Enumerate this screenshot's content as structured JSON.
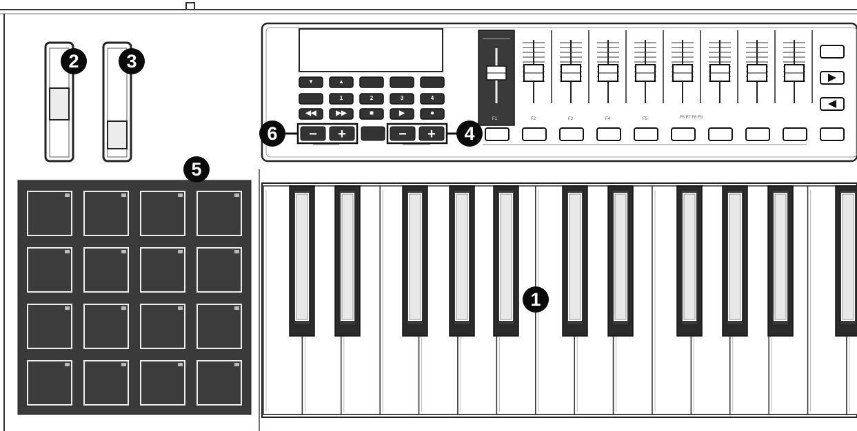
{
  "callouts": {
    "c1": "1",
    "c2": "2",
    "c3": "3",
    "c4": "4",
    "c5": "5",
    "c6": "6"
  },
  "minus_sign": "−",
  "plus_sign": "+",
  "buttons": {
    "r1c1": "▼",
    "r1c2": "▲",
    "r1c3": "",
    "r1c4": "",
    "r1c5": "",
    "r2c1": "",
    "r2c2": "1",
    "r2c3": "2",
    "r2c4": "3",
    "r2c5": "4",
    "r3c1": "◀◀",
    "r3c2": "▶▶",
    "r3c3": "■",
    "r3c4": "▶",
    "r3c5": "●"
  },
  "fader_labels": [
    "F1",
    "F2",
    "F3",
    "F4",
    "F5"
  ],
  "fader_group_label": "F6 F7 F8 F9",
  "colors": {
    "ink": "#1a1a1a",
    "panel": "#3a3a3a",
    "pad": "#3c3c3c",
    "callout": "#0a0a0a",
    "key_white": "#ffffff",
    "key_black": "#2b2b2b"
  }
}
